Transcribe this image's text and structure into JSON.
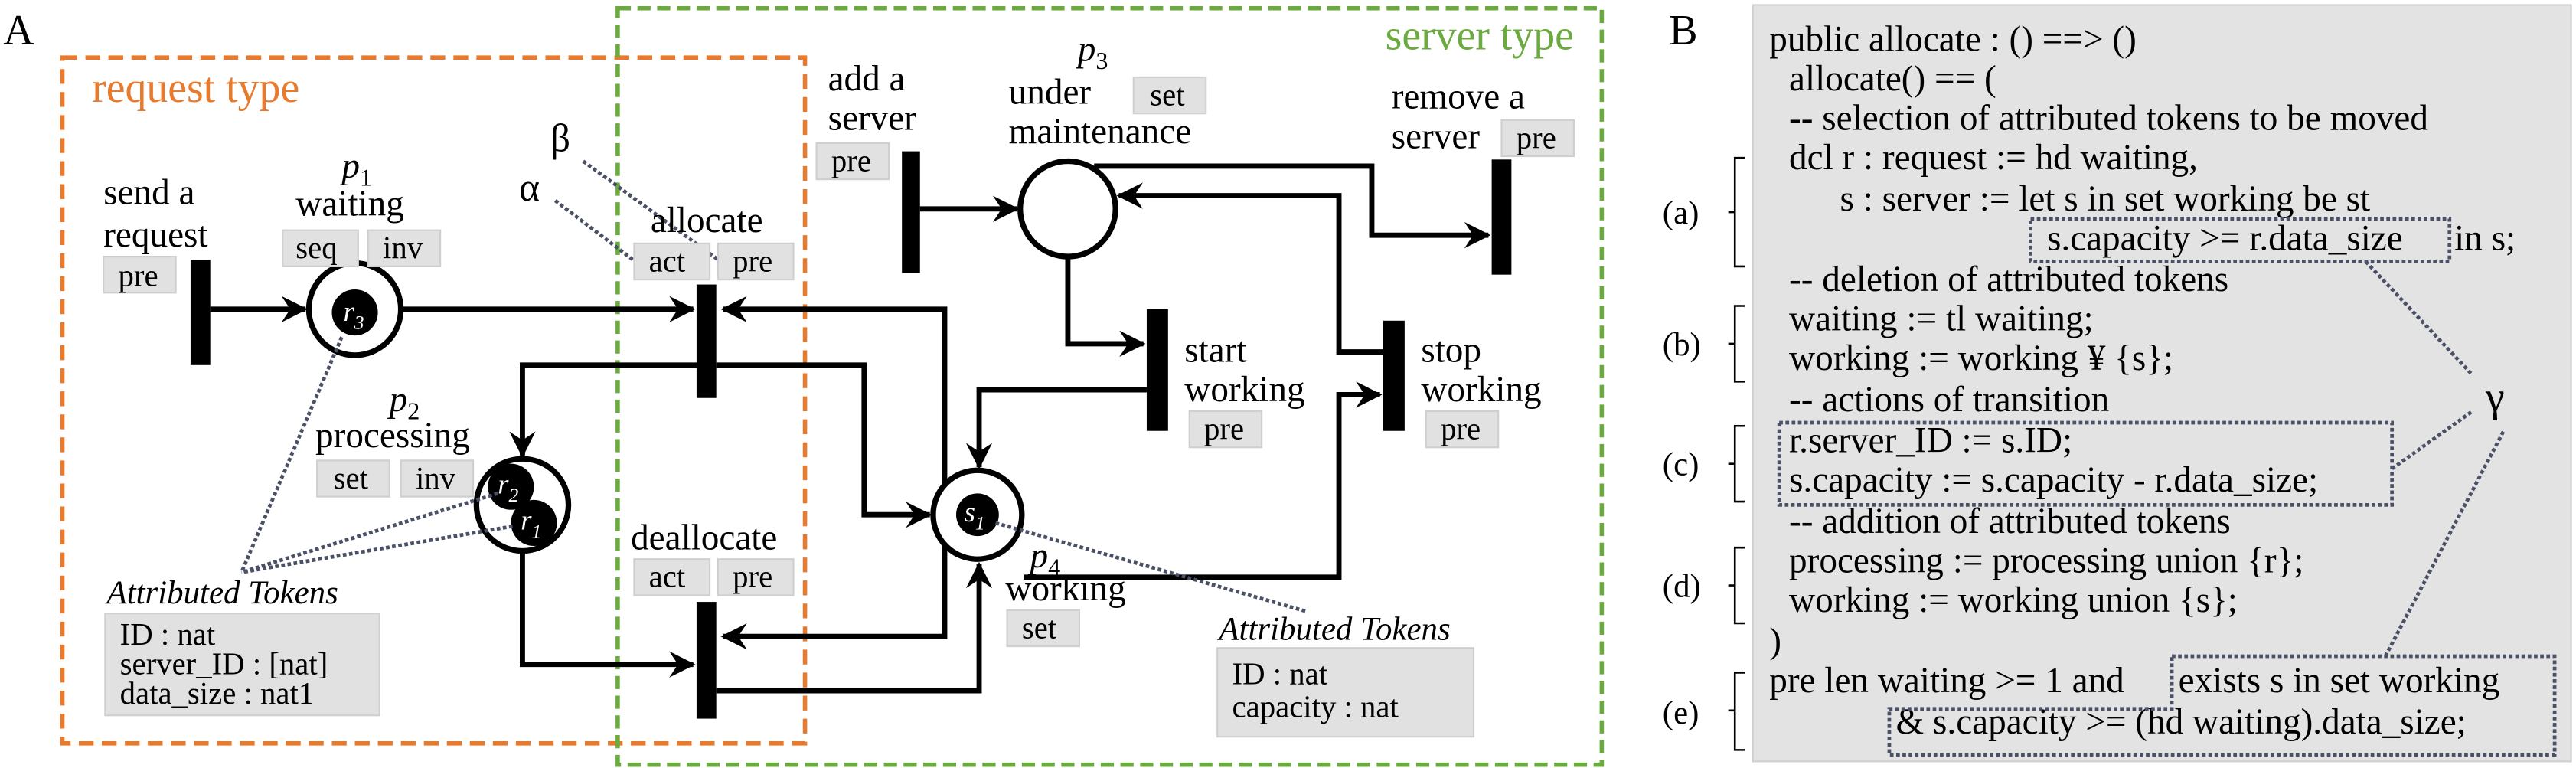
{
  "panels": {
    "a_label": "A",
    "b_label": "B"
  },
  "colors": {
    "request_type": "#e87a2e",
    "server_type": "#6aaa3e",
    "tag_fill": "#e1e1e1",
    "code_panel": "#e3e3e3",
    "annotation_line": "#4a5066"
  },
  "regions": {
    "request_type": "request type",
    "server_type": "server type"
  },
  "greek": {
    "alpha": "α",
    "beta": "β",
    "gamma": "γ"
  },
  "transitions": {
    "send_request": {
      "line1": "send a",
      "line2": "request",
      "tags": [
        "pre"
      ]
    },
    "allocate": {
      "label": "allocate",
      "tags": [
        "act",
        "pre"
      ]
    },
    "deallocate": {
      "label": "deallocate",
      "tags": [
        "act",
        "pre"
      ]
    },
    "add_server": {
      "line1": "add a",
      "line2": "server",
      "tags": [
        "pre"
      ]
    },
    "remove_server": {
      "line1": "remove a",
      "line2": "server",
      "tags": [
        "pre"
      ]
    },
    "start_working": {
      "line1": "start",
      "line2": "working",
      "tags": [
        "pre"
      ]
    },
    "stop_working": {
      "line1": "stop",
      "line2": "working",
      "tags": [
        "pre"
      ]
    }
  },
  "places": {
    "p1": {
      "id": "p",
      "sub": "1",
      "name": "waiting",
      "tags": [
        "seq",
        "inv"
      ],
      "tokens": [
        {
          "n": "r",
          "s": "3"
        }
      ]
    },
    "p2": {
      "id": "p",
      "sub": "2",
      "name": "processing",
      "tags": [
        "set",
        "inv"
      ],
      "tokens": [
        {
          "n": "r",
          "s": "2"
        },
        {
          "n": "r",
          "s": "1"
        }
      ]
    },
    "p3": {
      "id": "p",
      "sub": "3",
      "name_line1": "under",
      "name_line2": "maintenance",
      "tags": [
        "set"
      ],
      "tokens": []
    },
    "p4": {
      "id": "p",
      "sub": "4",
      "name": "working",
      "tags": [
        "set"
      ],
      "tokens": [
        {
          "n": "s",
          "s": "1"
        }
      ]
    }
  },
  "attributed_tokens": {
    "request": {
      "title": "Attributed Tokens",
      "fields": [
        "ID : nat",
        "server_ID : [nat]",
        "data_size : nat1"
      ]
    },
    "server": {
      "title": "Attributed Tokens",
      "fields": [
        "ID : nat",
        "capacity : nat"
      ]
    }
  },
  "code": {
    "lines": [
      "public allocate : () ==> ()",
      "allocate() == (",
      "-- selection of attributed tokens to be moved",
      "dcl r : request := hd waiting,",
      "s : server := let s in set working be st",
      "s.capacity >= r.data_size",
      "in s;",
      "-- deletion of attributed tokens",
      "waiting := tl waiting;",
      "working := working ¥ {s};",
      "-- actions of transition",
      "r.server_ID := s.ID;",
      "s.capacity := s.capacity - r.data_size;",
      "-- addition of attributed tokens",
      "processing := processing union {r};",
      "working := working union {s};",
      ")",
      "pre len waiting >= 1 and",
      "exists s in set working",
      "& s.capacity >= (hd waiting).data_size;"
    ],
    "brackets": [
      "(a)",
      "(b)",
      "(c)",
      "(d)",
      "(e)"
    ]
  }
}
